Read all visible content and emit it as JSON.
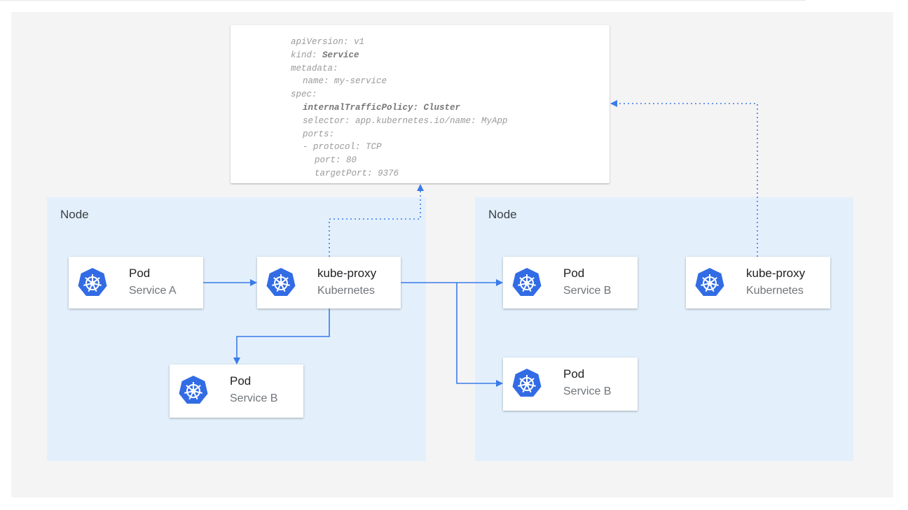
{
  "yaml": {
    "lines": [
      {
        "indent": 0,
        "key": "apiVersion:",
        "value": " v1",
        "bold": false
      },
      {
        "indent": 0,
        "key": "kind:",
        "value": " Service",
        "bold_value": true
      },
      {
        "indent": 0,
        "key": "metadata:",
        "value": ""
      },
      {
        "indent": 1,
        "key": "name:",
        "value": " my-service"
      },
      {
        "indent": 0,
        "key": "spec:",
        "value": ""
      },
      {
        "indent": 1,
        "key": "internalTrafficPolicy:",
        "value": " Cluster",
        "bold": true
      },
      {
        "indent": 1,
        "key": "selector:",
        "value": " app.kubernetes.io/name: MyApp"
      },
      {
        "indent": 1,
        "key": "ports:",
        "value": ""
      },
      {
        "indent": 1,
        "key": "- protocol:",
        "value": " TCP"
      },
      {
        "indent": 2,
        "key": "port:",
        "value": " 80"
      },
      {
        "indent": 2,
        "key": "targetPort:",
        "value": " 9376"
      }
    ]
  },
  "nodes": [
    {
      "label": "Node"
    },
    {
      "label": "Node"
    }
  ],
  "cards": {
    "pod_a": {
      "title": "Pod",
      "subtitle": "Service A"
    },
    "proxy_left": {
      "title": "kube-proxy",
      "subtitle": "Kubernetes"
    },
    "pod_b_left": {
      "title": "Pod",
      "subtitle": "Service B"
    },
    "pod_b_right_top": {
      "title": "Pod",
      "subtitle": "Service B"
    },
    "proxy_right": {
      "title": "kube-proxy",
      "subtitle": "Kubernetes"
    },
    "pod_b_right_bottom": {
      "title": "Pod",
      "subtitle": "Service B"
    }
  },
  "icon": "kubernetes-helm-icon",
  "colors": {
    "accent": "#326ce5",
    "arrow": "#3b7be8",
    "node_bg": "#e3f0fc",
    "panel": "#f4f4f4"
  }
}
